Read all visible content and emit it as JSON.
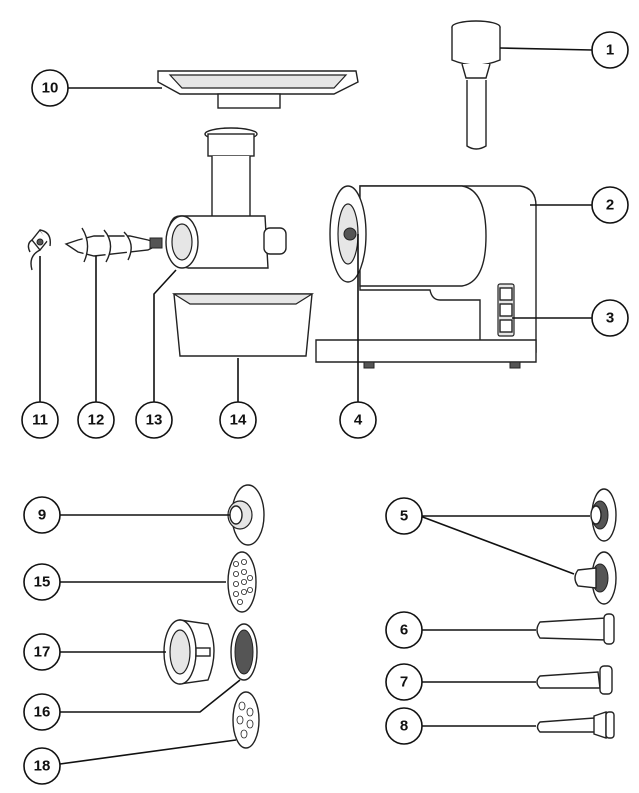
{
  "callouts": {
    "c1": "1",
    "c2": "2",
    "c3": "3",
    "c4": "4",
    "c5": "5",
    "c6": "6",
    "c7": "7",
    "c8": "8",
    "c9": "9",
    "c10": "10",
    "c11": "11",
    "c12": "12",
    "c13": "13",
    "c14": "14",
    "c15": "15",
    "c16": "16",
    "c17": "17",
    "c18": "18"
  },
  "colors": {
    "line": "#222222",
    "fill": "#ffffff",
    "shade": "#e6e6e6"
  }
}
